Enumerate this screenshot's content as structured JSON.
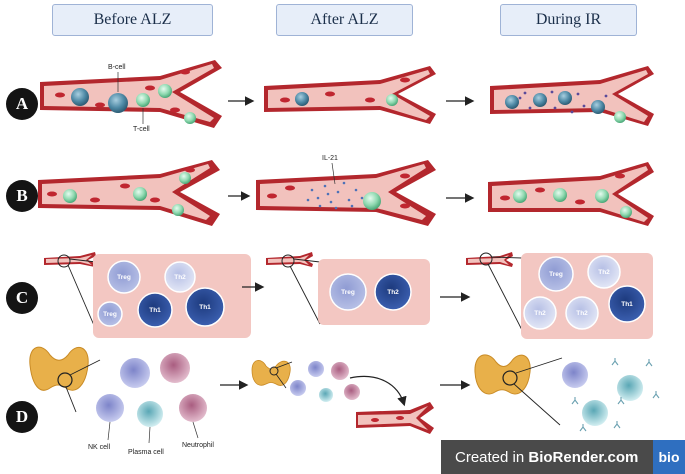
{
  "headers": [
    "Before ALZ",
    "After ALZ",
    "During IR"
  ],
  "rows": [
    "A",
    "B",
    "C",
    "D"
  ],
  "labels": {
    "bcell": "B-cell",
    "tcell": "T-cell",
    "il21": "IL-21",
    "nkcell": "NK cell",
    "plasma": "Plasma cell",
    "neutrophil": "Neutrophil"
  },
  "cells": {
    "treg": "Treg",
    "th1": "Th1",
    "th2": "Th2"
  },
  "credit": {
    "prefix": "Created in ",
    "brand": "BioRender.com",
    "logo": "bio"
  },
  "colors": {
    "vessel": "#b3272d",
    "vessel_inner": "#f2c2bd",
    "rbc": "#c02630",
    "bcell": "#4f8aa6",
    "tcell": "#8fd9b0",
    "treg": "#b7c0e6",
    "th1": "#2e4f9e",
    "th2": "#d7dcf1",
    "panel": "#f3c7c2",
    "thyroid": "#e8b04a",
    "nk": "#aeb3e6",
    "plasma": "#8fc7cf",
    "neutrophil": "#c58aa3",
    "header_bg": "#e7eef9"
  }
}
